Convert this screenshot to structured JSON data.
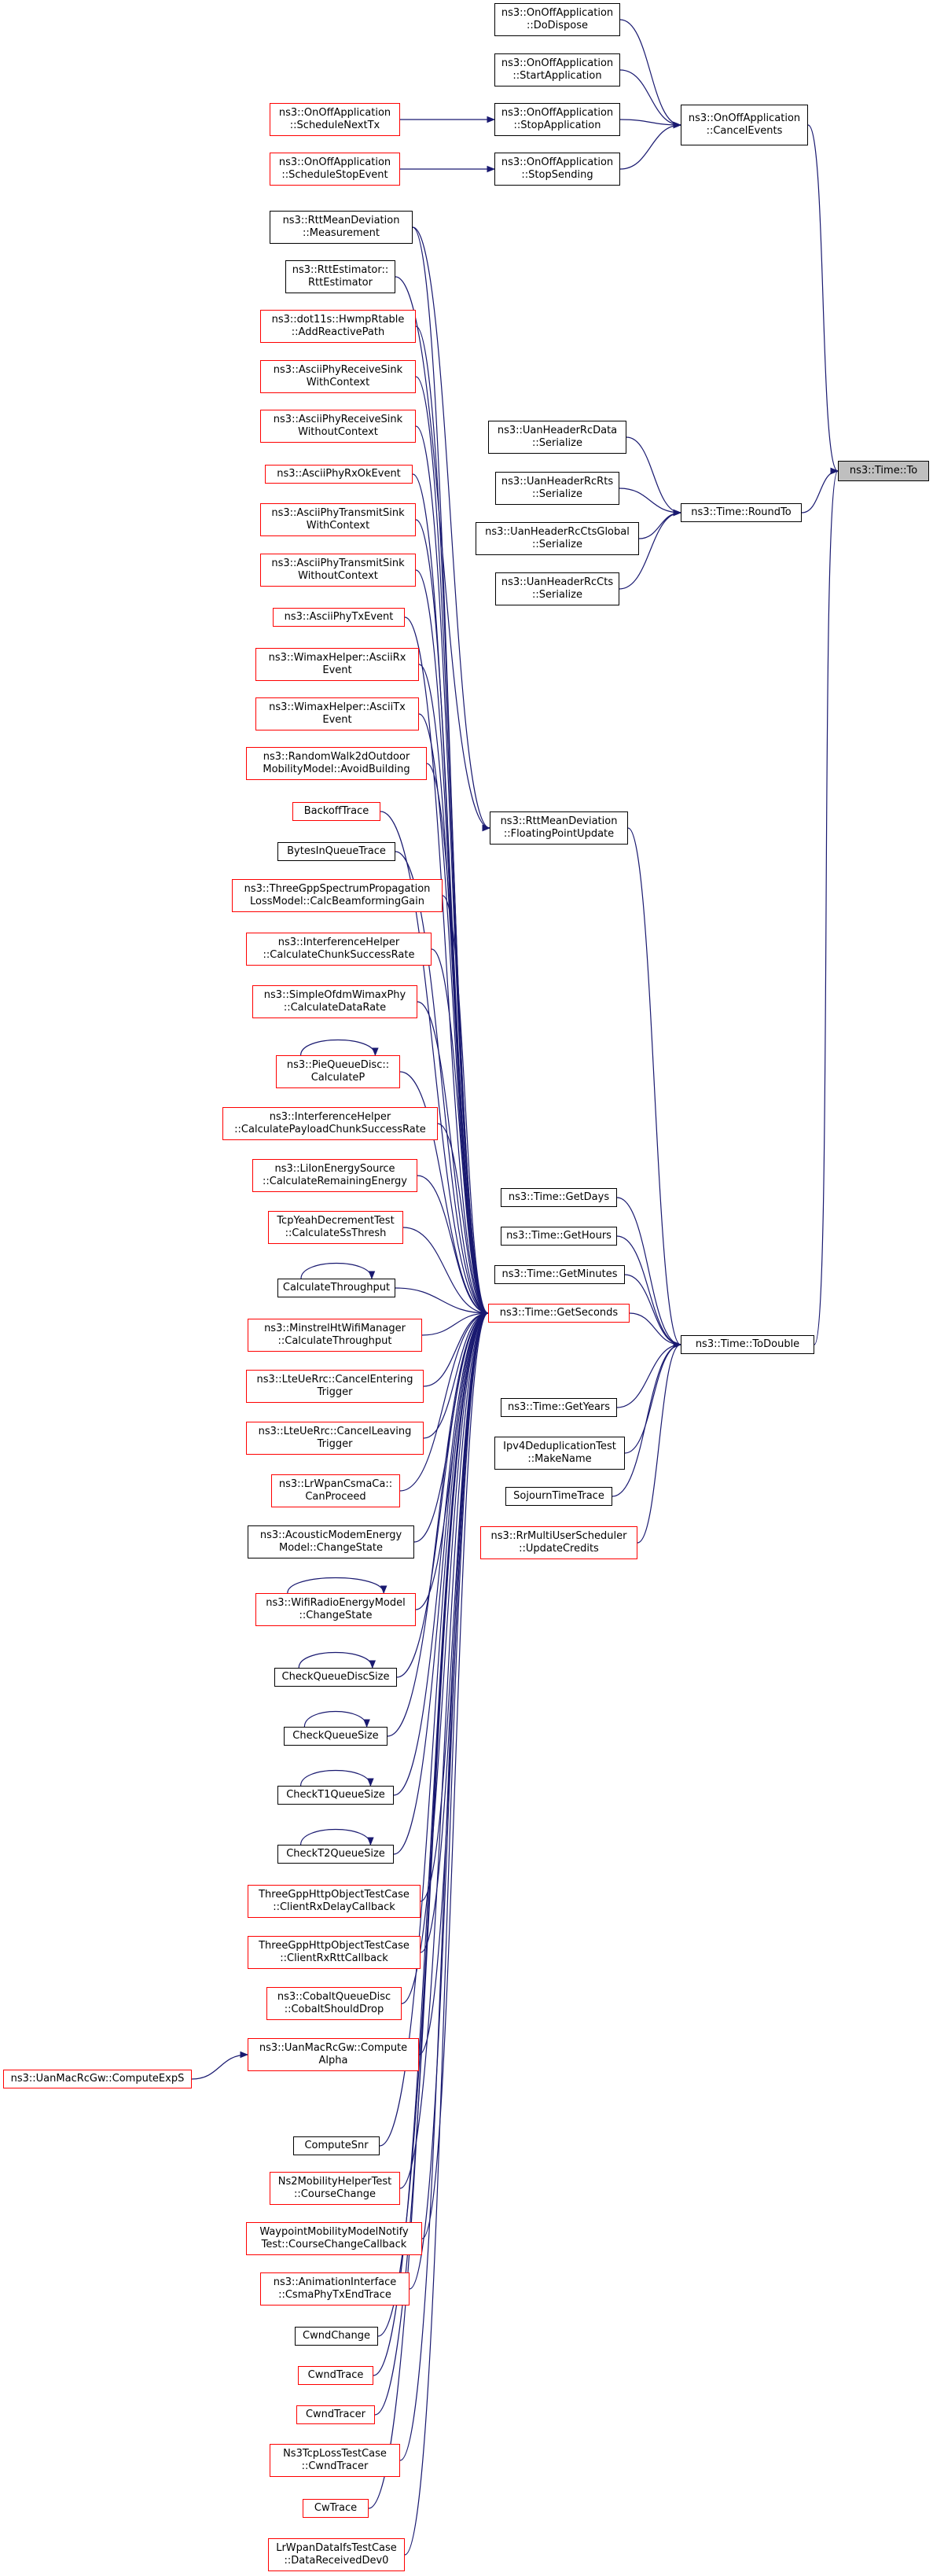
{
  "diagram": {
    "kind": "caller-graph",
    "colors": {
      "edge": "#191970",
      "border_default": "#000000",
      "border_undocumented": "#ff0000",
      "current_fill": "#bfbfbf"
    },
    "nodes": [
      {
        "id": "to",
        "label": "ns3::Time::To",
        "style": "current"
      },
      {
        "id": "cancel_events",
        "label": "ns3::OnOffApplication\n::CancelEvents",
        "style": "black"
      },
      {
        "id": "do_dispose",
        "label": "ns3::OnOffApplication\n::DoDispose",
        "style": "black"
      },
      {
        "id": "start_app",
        "label": "ns3::OnOffApplication\n::StartApplication",
        "style": "black"
      },
      {
        "id": "stop_app",
        "label": "ns3::OnOffApplication\n::StopApplication",
        "style": "black"
      },
      {
        "id": "stop_sending",
        "label": "ns3::OnOffApplication\n::StopSending",
        "style": "black"
      },
      {
        "id": "schedule_next_tx",
        "label": "ns3::OnOffApplication\n::ScheduleNextTx",
        "style": "red"
      },
      {
        "id": "schedule_stop_event",
        "label": "ns3::OnOffApplication\n::ScheduleStopEvent",
        "style": "red"
      },
      {
        "id": "rtt_measurement",
        "label": "ns3::RttMeanDeviation\n::Measurement",
        "style": "black"
      },
      {
        "id": "rtt_estimator",
        "label": "ns3::RttEstimator::\nRttEstimator",
        "style": "black"
      },
      {
        "id": "add_reactive_path",
        "label": "ns3::dot11s::HwmpRtable\n::AddReactivePath",
        "style": "red"
      },
      {
        "id": "ascii_rx_with",
        "label": "ns3::AsciiPhyReceiveSink\nWithContext",
        "style": "red"
      },
      {
        "id": "ascii_rx_without",
        "label": "ns3::AsciiPhyReceiveSink\nWithoutContext",
        "style": "red"
      },
      {
        "id": "ascii_rx_ok",
        "label": "ns3::AsciiPhyRxOkEvent",
        "style": "red"
      },
      {
        "id": "ascii_tx_with",
        "label": "ns3::AsciiPhyTransmitSink\nWithContext",
        "style": "red"
      },
      {
        "id": "ascii_tx_without",
        "label": "ns3::AsciiPhyTransmitSink\nWithoutContext",
        "style": "red"
      },
      {
        "id": "ascii_tx_event",
        "label": "ns3::AsciiPhyTxEvent",
        "style": "red"
      },
      {
        "id": "wimax_ascii_rx",
        "label": "ns3::WimaxHelper::AsciiRx\nEvent",
        "style": "red"
      },
      {
        "id": "wimax_ascii_tx",
        "label": "ns3::WimaxHelper::AsciiTx\nEvent",
        "style": "red"
      },
      {
        "id": "avoid_building",
        "label": "ns3::RandomWalk2dOutdoor\nMobilityModel::AvoidBuilding",
        "style": "red"
      },
      {
        "id": "backoff_trace",
        "label": "BackoffTrace",
        "style": "red"
      },
      {
        "id": "bytes_in_queue",
        "label": "BytesInQueueTrace",
        "style": "black"
      },
      {
        "id": "calc_beamforming",
        "label": "ns3::ThreeGppSpectrumPropagation\nLossModel::CalcBeamformingGain",
        "style": "red"
      },
      {
        "id": "calc_chunk",
        "label": "ns3::InterferenceHelper\n::CalculateChunkSuccessRate",
        "style": "red"
      },
      {
        "id": "calc_data_rate",
        "label": "ns3::SimpleOfdmWimaxPhy\n::CalculateDataRate",
        "style": "red"
      },
      {
        "id": "pie_calc_p",
        "label": "ns3::PieQueueDisc::\nCalculateP",
        "style": "red"
      },
      {
        "id": "calc_payload_chunk",
        "label": "ns3::InterferenceHelper\n::CalculatePayloadChunkSuccessRate",
        "style": "red"
      },
      {
        "id": "calc_remaining_energy",
        "label": "ns3::LiIonEnergySource\n::CalculateRemainingEnergy",
        "style": "red"
      },
      {
        "id": "calc_ss_thresh",
        "label": "TcpYeahDecrementTest\n::CalculateSsThresh",
        "style": "red"
      },
      {
        "id": "calc_throughput",
        "label": "CalculateThroughput",
        "style": "black"
      },
      {
        "id": "minstrel_calc_throughput",
        "label": "ns3::MinstrelHtWifiManager\n::CalculateThroughput",
        "style": "red"
      },
      {
        "id": "cancel_entering",
        "label": "ns3::LteUeRrc::CancelEntering\nTrigger",
        "style": "red"
      },
      {
        "id": "cancel_leaving",
        "label": "ns3::LteUeRrc::CancelLeaving\nTrigger",
        "style": "red"
      },
      {
        "id": "can_proceed",
        "label": "ns3::LrWpanCsmaCa::\nCanProceed",
        "style": "red"
      },
      {
        "id": "acoustic_change_state",
        "label": "ns3::AcousticModemEnergy\nModel::ChangeState",
        "style": "black"
      },
      {
        "id": "wifi_change_state",
        "label": "ns3::WifiRadioEnergyModel\n::ChangeState",
        "style": "red"
      },
      {
        "id": "check_qdisc_size",
        "label": "CheckQueueDiscSize",
        "style": "black"
      },
      {
        "id": "check_queue_size",
        "label": "CheckQueueSize",
        "style": "black"
      },
      {
        "id": "check_t1",
        "label": "CheckT1QueueSize",
        "style": "black"
      },
      {
        "id": "check_t2",
        "label": "CheckT2QueueSize",
        "style": "black"
      },
      {
        "id": "client_rx_delay",
        "label": "ThreeGppHttpObjectTestCase\n::ClientRxDelayCallback",
        "style": "red"
      },
      {
        "id": "client_rx_rtt",
        "label": "ThreeGppHttpObjectTestCase\n::ClientRxRttCallback",
        "style": "red"
      },
      {
        "id": "cobalt_should_drop",
        "label": "ns3::CobaltQueueDisc\n::CobaltShouldDrop",
        "style": "red"
      },
      {
        "id": "compute_alpha",
        "label": "ns3::UanMacRcGw::Compute\nAlpha",
        "style": "red"
      },
      {
        "id": "compute_exp_s",
        "label": "ns3::UanMacRcGw::ComputeExpS",
        "style": "red"
      },
      {
        "id": "compute_snr",
        "label": "ComputeSnr",
        "style": "black"
      },
      {
        "id": "ns2_course_change",
        "label": "Ns2MobilityHelperTest\n::CourseChange",
        "style": "red"
      },
      {
        "id": "waypoint_course_change",
        "label": "WaypointMobilityModelNotify\nTest::CourseChangeCallback",
        "style": "red"
      },
      {
        "id": "csma_phy_tx_end",
        "label": "ns3::AnimationInterface\n::CsmaPhyTxEndTrace",
        "style": "red"
      },
      {
        "id": "cwnd_change",
        "label": "CwndChange",
        "style": "black"
      },
      {
        "id": "cwnd_trace",
        "label": "CwndTrace",
        "style": "red"
      },
      {
        "id": "cwnd_tracer",
        "label": "CwndTracer",
        "style": "red"
      },
      {
        "id": "tcp_loss_cwnd_tracer",
        "label": "Ns3TcpLossTestCase\n::CwndTracer",
        "style": "red"
      },
      {
        "id": "cw_trace",
        "label": "CwTrace",
        "style": "red"
      },
      {
        "id": "data_received_dev0",
        "label": "LrWpanDataIfsTestCase\n::DataReceivedDev0",
        "style": "red"
      },
      {
        "id": "uan_rc_data",
        "label": "ns3::UanHeaderRcData\n::Serialize",
        "style": "black"
      },
      {
        "id": "uan_rc_rts",
        "label": "ns3::UanHeaderRcRts\n::Serialize",
        "style": "black"
      },
      {
        "id": "uan_rc_cts_global",
        "label": "ns3::UanHeaderRcCtsGlobal\n::Serialize",
        "style": "black"
      },
      {
        "id": "uan_rc_cts",
        "label": "ns3::UanHeaderRcCts\n::Serialize",
        "style": "black"
      },
      {
        "id": "round_to",
        "label": "ns3::Time::RoundTo",
        "style": "black"
      },
      {
        "id": "floating_point_update",
        "label": "ns3::RttMeanDeviation\n::FloatingPointUpdate",
        "style": "black"
      },
      {
        "id": "get_days",
        "label": "ns3::Time::GetDays",
        "style": "black"
      },
      {
        "id": "get_hours",
        "label": "ns3::Time::GetHours",
        "style": "black"
      },
      {
        "id": "get_minutes",
        "label": "ns3::Time::GetMinutes",
        "style": "black"
      },
      {
        "id": "get_seconds",
        "label": "ns3::Time::GetSeconds",
        "style": "red"
      },
      {
        "id": "get_years",
        "label": "ns3::Time::GetYears",
        "style": "black"
      },
      {
        "id": "ipv4_dedup_make_name",
        "label": "Ipv4DeduplicationTest\n::MakeName",
        "style": "black"
      },
      {
        "id": "sojourn_time_trace",
        "label": "SojournTimeTrace",
        "style": "black"
      },
      {
        "id": "rr_update_credits",
        "label": "ns3::RrMultiUserScheduler\n::UpdateCredits",
        "style": "red"
      },
      {
        "id": "to_double",
        "label": "ns3::Time::ToDouble",
        "style": "black"
      }
    ],
    "edges": [
      [
        "do_dispose",
        "cancel_events"
      ],
      [
        "start_app",
        "cancel_events"
      ],
      [
        "stop_app",
        "cancel_events"
      ],
      [
        "stop_sending",
        "cancel_events"
      ],
      [
        "schedule_next_tx",
        "stop_app"
      ],
      [
        "schedule_stop_event",
        "stop_sending"
      ],
      [
        "cancel_events",
        "to"
      ],
      [
        "uan_rc_data",
        "round_to"
      ],
      [
        "uan_rc_rts",
        "round_to"
      ],
      [
        "uan_rc_cts_global",
        "round_to"
      ],
      [
        "uan_rc_cts",
        "round_to"
      ],
      [
        "round_to",
        "to"
      ],
      [
        "rtt_measurement",
        "floating_point_update"
      ],
      [
        "rtt_estimator",
        "floating_point_update"
      ],
      [
        "floating_point_update",
        "to_double"
      ],
      [
        "get_days",
        "to_double"
      ],
      [
        "get_hours",
        "to_double"
      ],
      [
        "get_minutes",
        "to_double"
      ],
      [
        "get_seconds",
        "to_double"
      ],
      [
        "get_years",
        "to_double"
      ],
      [
        "ipv4_dedup_make_name",
        "to_double"
      ],
      [
        "sojourn_time_trace",
        "to_double"
      ],
      [
        "rr_update_credits",
        "to_double"
      ],
      [
        "to_double",
        "to"
      ],
      [
        "rtt_measurement",
        "get_seconds"
      ],
      [
        "add_reactive_path",
        "get_seconds"
      ],
      [
        "ascii_rx_with",
        "get_seconds"
      ],
      [
        "ascii_rx_without",
        "get_seconds"
      ],
      [
        "ascii_rx_ok",
        "get_seconds"
      ],
      [
        "ascii_tx_with",
        "get_seconds"
      ],
      [
        "ascii_tx_without",
        "get_seconds"
      ],
      [
        "ascii_tx_event",
        "get_seconds"
      ],
      [
        "wimax_ascii_rx",
        "get_seconds"
      ],
      [
        "wimax_ascii_tx",
        "get_seconds"
      ],
      [
        "avoid_building",
        "get_seconds"
      ],
      [
        "backoff_trace",
        "get_seconds"
      ],
      [
        "bytes_in_queue",
        "get_seconds"
      ],
      [
        "calc_beamforming",
        "get_seconds"
      ],
      [
        "calc_chunk",
        "get_seconds"
      ],
      [
        "calc_data_rate",
        "get_seconds"
      ],
      [
        "pie_calc_p",
        "get_seconds"
      ],
      [
        "calc_payload_chunk",
        "get_seconds"
      ],
      [
        "calc_remaining_energy",
        "get_seconds"
      ],
      [
        "calc_ss_thresh",
        "get_seconds"
      ],
      [
        "calc_throughput",
        "get_seconds"
      ],
      [
        "minstrel_calc_throughput",
        "get_seconds"
      ],
      [
        "cancel_entering",
        "get_seconds"
      ],
      [
        "cancel_leaving",
        "get_seconds"
      ],
      [
        "can_proceed",
        "get_seconds"
      ],
      [
        "acoustic_change_state",
        "get_seconds"
      ],
      [
        "wifi_change_state",
        "get_seconds"
      ],
      [
        "check_qdisc_size",
        "get_seconds"
      ],
      [
        "check_queue_size",
        "get_seconds"
      ],
      [
        "check_t1",
        "get_seconds"
      ],
      [
        "check_t2",
        "get_seconds"
      ],
      [
        "client_rx_delay",
        "get_seconds"
      ],
      [
        "client_rx_rtt",
        "get_seconds"
      ],
      [
        "cobalt_should_drop",
        "get_seconds"
      ],
      [
        "compute_alpha",
        "get_seconds"
      ],
      [
        "compute_snr",
        "get_seconds"
      ],
      [
        "ns2_course_change",
        "get_seconds"
      ],
      [
        "waypoint_course_change",
        "get_seconds"
      ],
      [
        "csma_phy_tx_end",
        "get_seconds"
      ],
      [
        "cwnd_change",
        "get_seconds"
      ],
      [
        "cwnd_trace",
        "get_seconds"
      ],
      [
        "cwnd_tracer",
        "get_seconds"
      ],
      [
        "tcp_loss_cwnd_tracer",
        "get_seconds"
      ],
      [
        "cw_trace",
        "get_seconds"
      ],
      [
        "data_received_dev0",
        "get_seconds"
      ],
      [
        "compute_exp_s",
        "compute_alpha"
      ],
      [
        "pie_calc_p",
        "pie_calc_p"
      ],
      [
        "calc_throughput",
        "calc_throughput"
      ],
      [
        "wifi_change_state",
        "wifi_change_state"
      ],
      [
        "check_qdisc_size",
        "check_qdisc_size"
      ],
      [
        "check_queue_size",
        "check_queue_size"
      ],
      [
        "check_t1",
        "check_t1"
      ],
      [
        "check_t2",
        "check_t2"
      ]
    ]
  }
}
